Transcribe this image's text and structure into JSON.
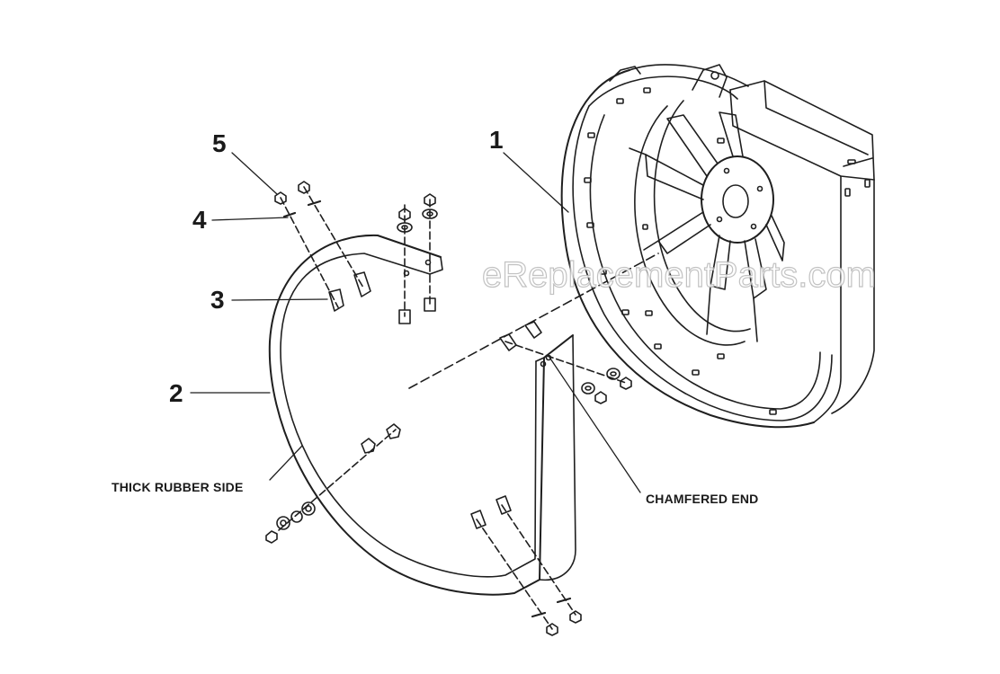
{
  "callouts": {
    "part_1": "1",
    "part_2": "2",
    "part_3": "3",
    "part_4": "4",
    "part_5": "5",
    "thick_rubber_side": "THICK RUBBER SIDE",
    "chamfered_end": "CHAMFERED END"
  },
  "watermark": "eReplacementParts.com",
  "colors": {
    "line": "#1f1f1f",
    "background": "#ffffff",
    "watermark_outline": "#b8b8b8"
  }
}
